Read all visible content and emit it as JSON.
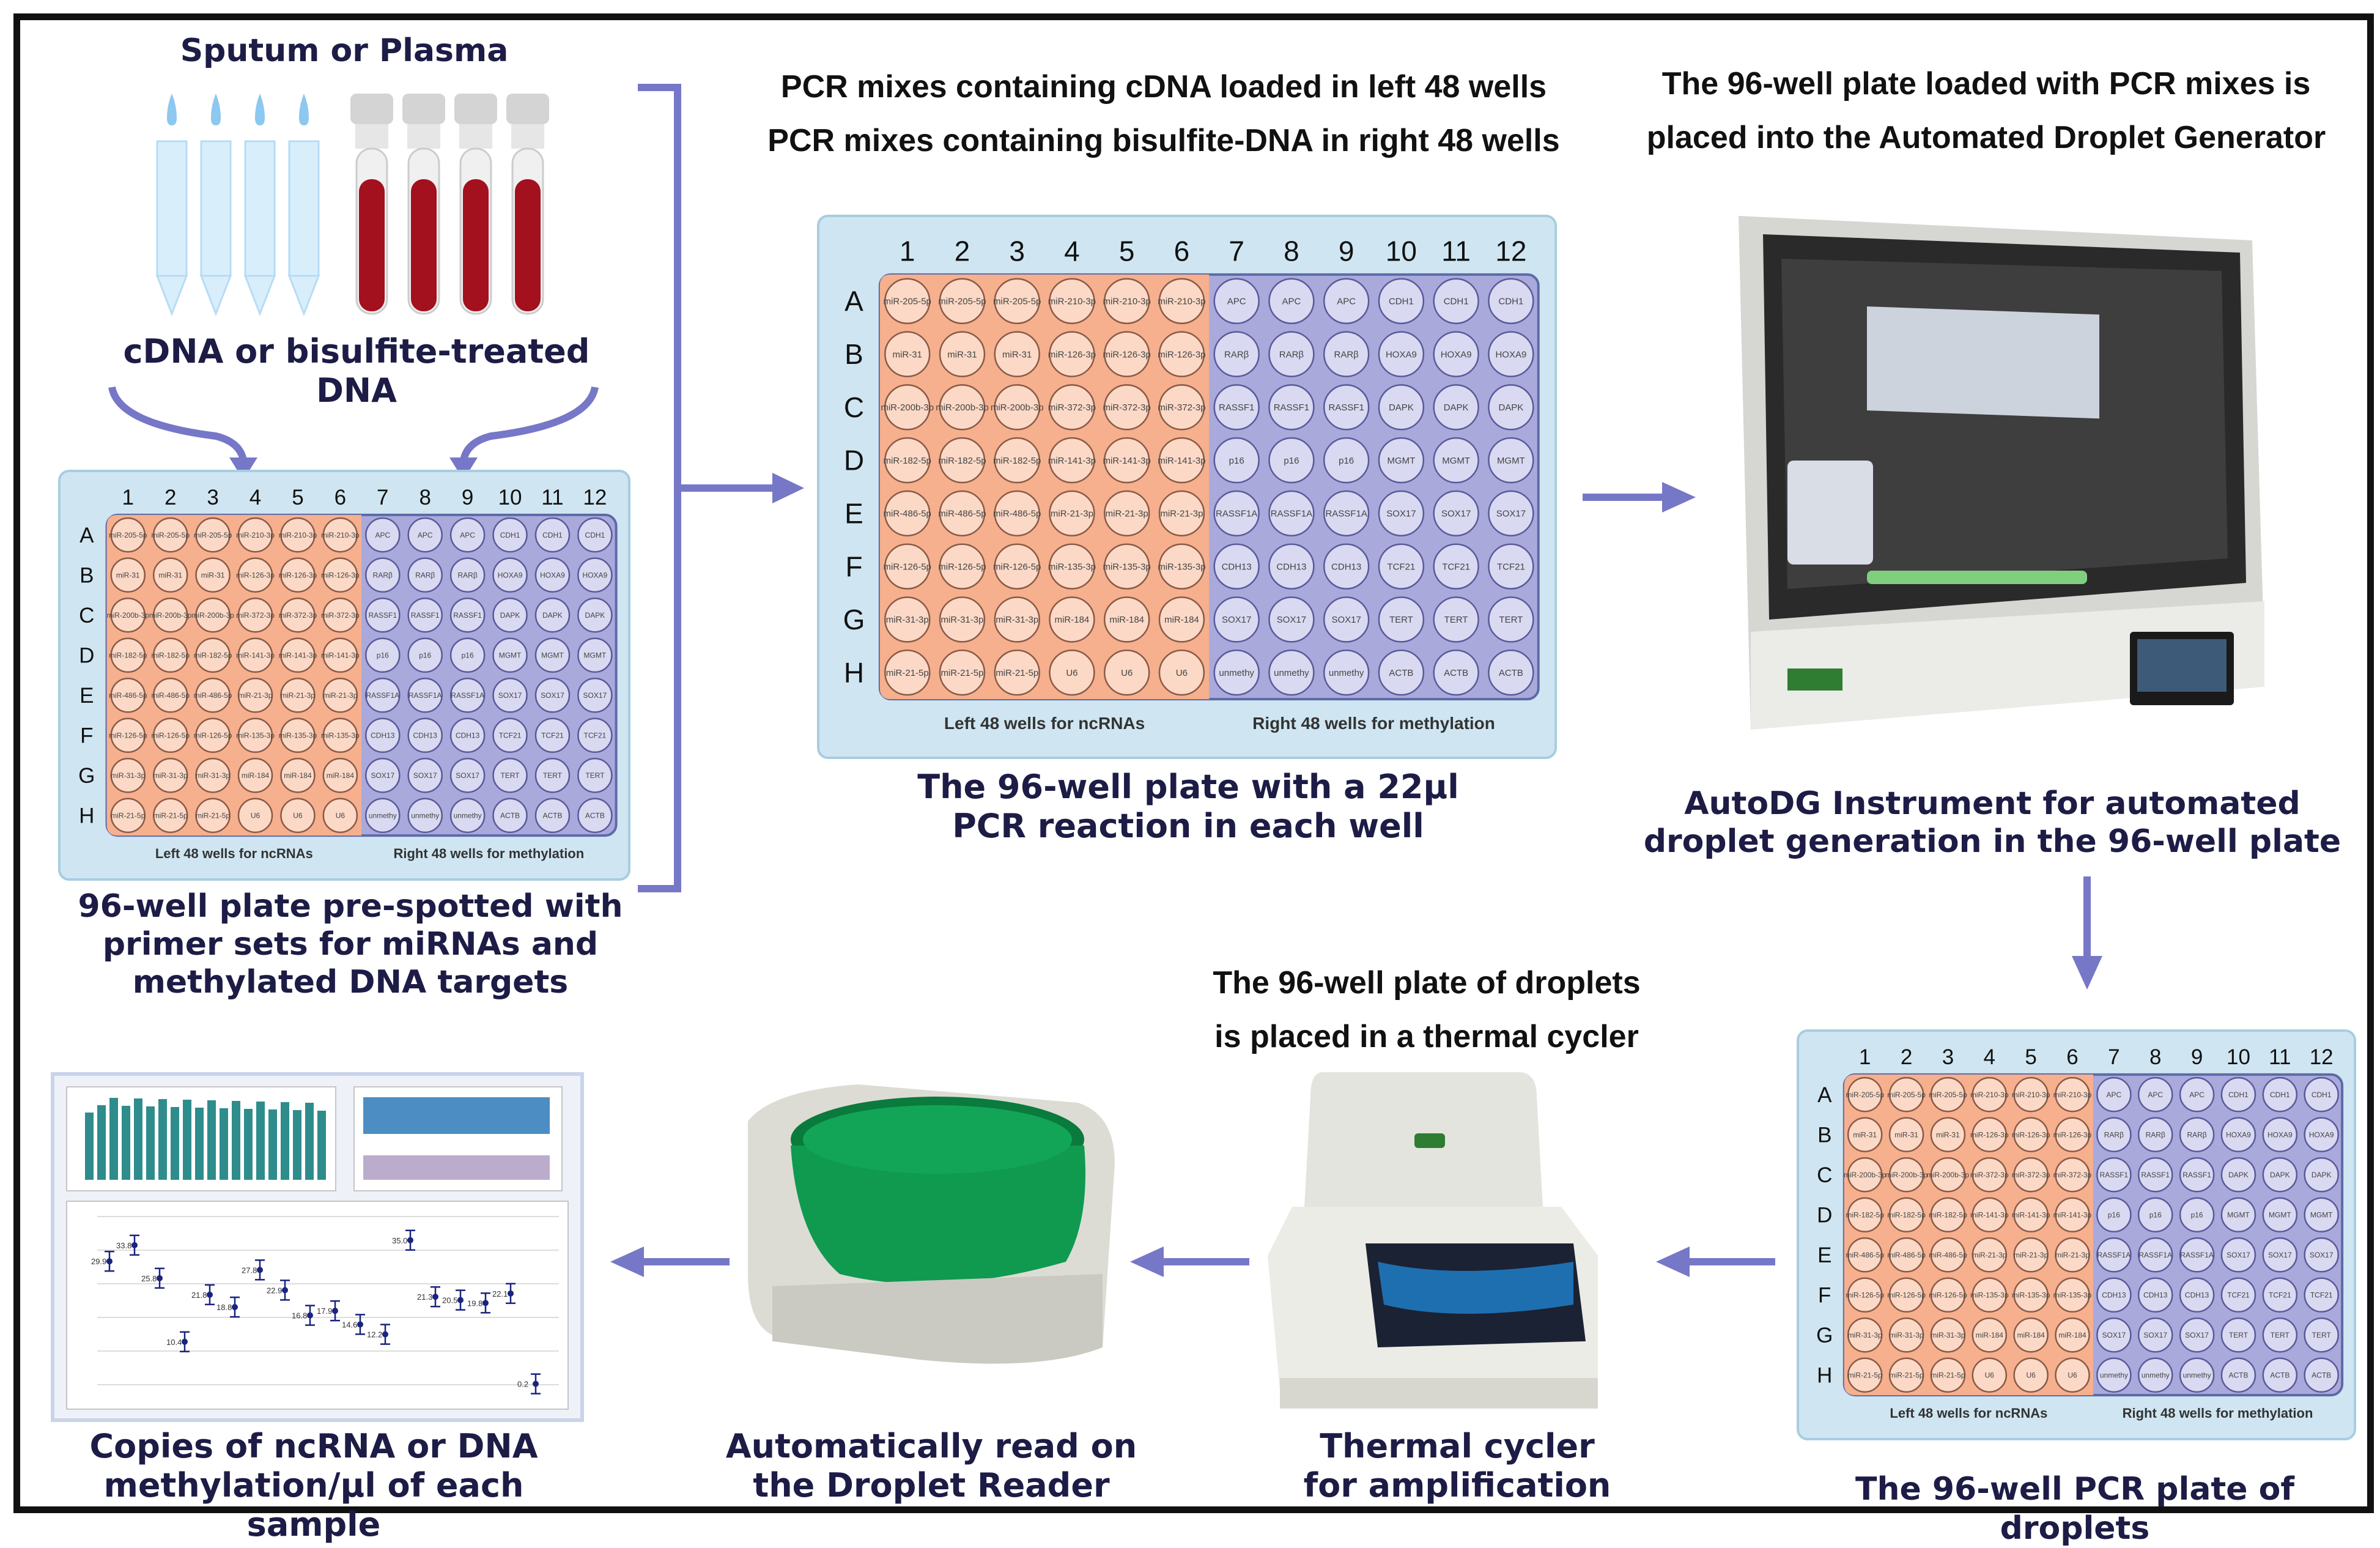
{
  "labels": {
    "sample_title": "Sputum or Plasma",
    "template_label": "cDNA or bisulfite-treated DNA",
    "prespotted_plate": "96-well plate pre-spotted with\nprimer sets for miRNAs and\nmethylated DNA targets",
    "pcr_mixes": "PCR mixes containing cDNA loaded in left 48 wells\nPCR mixes containing bisulfite-DNA in right 48 wells",
    "plate_22ul": "The 96-well plate with a 22µl\nPCR reaction in each well",
    "autodg_top": "The 96-well plate loaded with PCR mixes is\nplaced into the Automated Droplet Generator",
    "autodg_bottom": "AutoDG Instrument for automated\ndroplet generation in the 96-well plate",
    "thermal_top": "The 96-well plate of droplets\nis placed in a thermal cycler",
    "thermal_bottom": "Thermal cycler\nfor amplification",
    "reader": "Automatically read on\nthe Droplet Reader",
    "copies": "Copies of ncRNA or DNA\nmethylation/µl of each sample",
    "droplet_plate": "The 96-well PCR plate of droplets"
  },
  "plate": {
    "columns": [
      "1",
      "2",
      "3",
      "4",
      "5",
      "6",
      "7",
      "8",
      "9",
      "10",
      "11",
      "12"
    ],
    "rows": [
      "A",
      "B",
      "C",
      "D",
      "E",
      "F",
      "G",
      "H"
    ],
    "left_caption": "Left 48 wells for ncRNAs",
    "right_caption": "Right 48 wells for methylation",
    "left_wells": [
      [
        "miR-205-5p",
        "miR-205-5p",
        "miR-205-5p",
        "miR-210-3p",
        "miR-210-3p",
        "miR-210-3p"
      ],
      [
        "miR-31",
        "miR-31",
        "miR-31",
        "miR-126-3p",
        "miR-126-3p",
        "miR-126-3p"
      ],
      [
        "miR-200b-3p",
        "miR-200b-3p",
        "miR-200b-3p",
        "miR-372-3p",
        "miR-372-3p",
        "miR-372-3p"
      ],
      [
        "miR-182-5p",
        "miR-182-5p",
        "miR-182-5p",
        "miR-141-3p",
        "miR-141-3p",
        "miR-141-3p"
      ],
      [
        "miR-486-5p",
        "miR-486-5p",
        "miR-486-5p",
        "miR-21-3p",
        "miR-21-3p",
        "miR-21-3p"
      ],
      [
        "miR-126-5p",
        "miR-126-5p",
        "miR-126-5p",
        "miR-135-3p",
        "miR-135-3p",
        "miR-135-3p"
      ],
      [
        "miR-31-3p",
        "miR-31-3p",
        "miR-31-3p",
        "miR-184",
        "miR-184",
        "miR-184"
      ],
      [
        "miR-21-5p",
        "miR-21-5p",
        "miR-21-5p",
        "U6",
        "U6",
        "U6"
      ]
    ],
    "right_wells": [
      [
        "APC",
        "APC",
        "APC",
        "CDH1",
        "CDH1",
        "CDH1"
      ],
      [
        "RARβ",
        "RARβ",
        "RARβ",
        "HOXA9",
        "HOXA9",
        "HOXA9"
      ],
      [
        "RASSF1",
        "RASSF1",
        "RASSF1",
        "DAPK",
        "DAPK",
        "DAPK"
      ],
      [
        "p16",
        "p16",
        "p16",
        "MGMT",
        "MGMT",
        "MGMT"
      ],
      [
        "RASSF1A",
        "RASSF1A",
        "RASSF1A",
        "SOX17",
        "SOX17",
        "SOX17"
      ],
      [
        "CDH13",
        "CDH13",
        "CDH13",
        "TCF21",
        "TCF21",
        "TCF21"
      ],
      [
        "SOX17",
        "SOX17",
        "SOX17",
        "TERT",
        "TERT",
        "TERT"
      ],
      [
        "unmethy",
        "unmethy",
        "unmethy",
        "ACTB",
        "ACTB",
        "ACTB"
      ]
    ]
  },
  "colors": {
    "plate_border": "#a8cde0",
    "left_fill": "#f6b08e",
    "right_fill": "#a9a9dc",
    "arrow": "#7777c8",
    "text": "#1c1c46",
    "bar_teal": "#2f8c8c",
    "reader_green": "#0f9a50"
  },
  "scatter_labels": [
    "29.9",
    "33.8",
    "25.8",
    "10.4",
    "21.8",
    "18.8",
    "27.8",
    "22.9",
    "16.8",
    "17.9",
    "14.6",
    "12.2",
    "35.0",
    "21.3",
    "20.5",
    "19.8",
    "22.1",
    "0.2"
  ],
  "scatter_values": [
    29.9,
    33.8,
    25.8,
    10.4,
    21.8,
    18.8,
    27.8,
    22.9,
    16.8,
    17.9,
    14.6,
    12.2,
    35.0,
    21.3,
    20.5,
    19.8,
    22.1,
    0.2
  ]
}
